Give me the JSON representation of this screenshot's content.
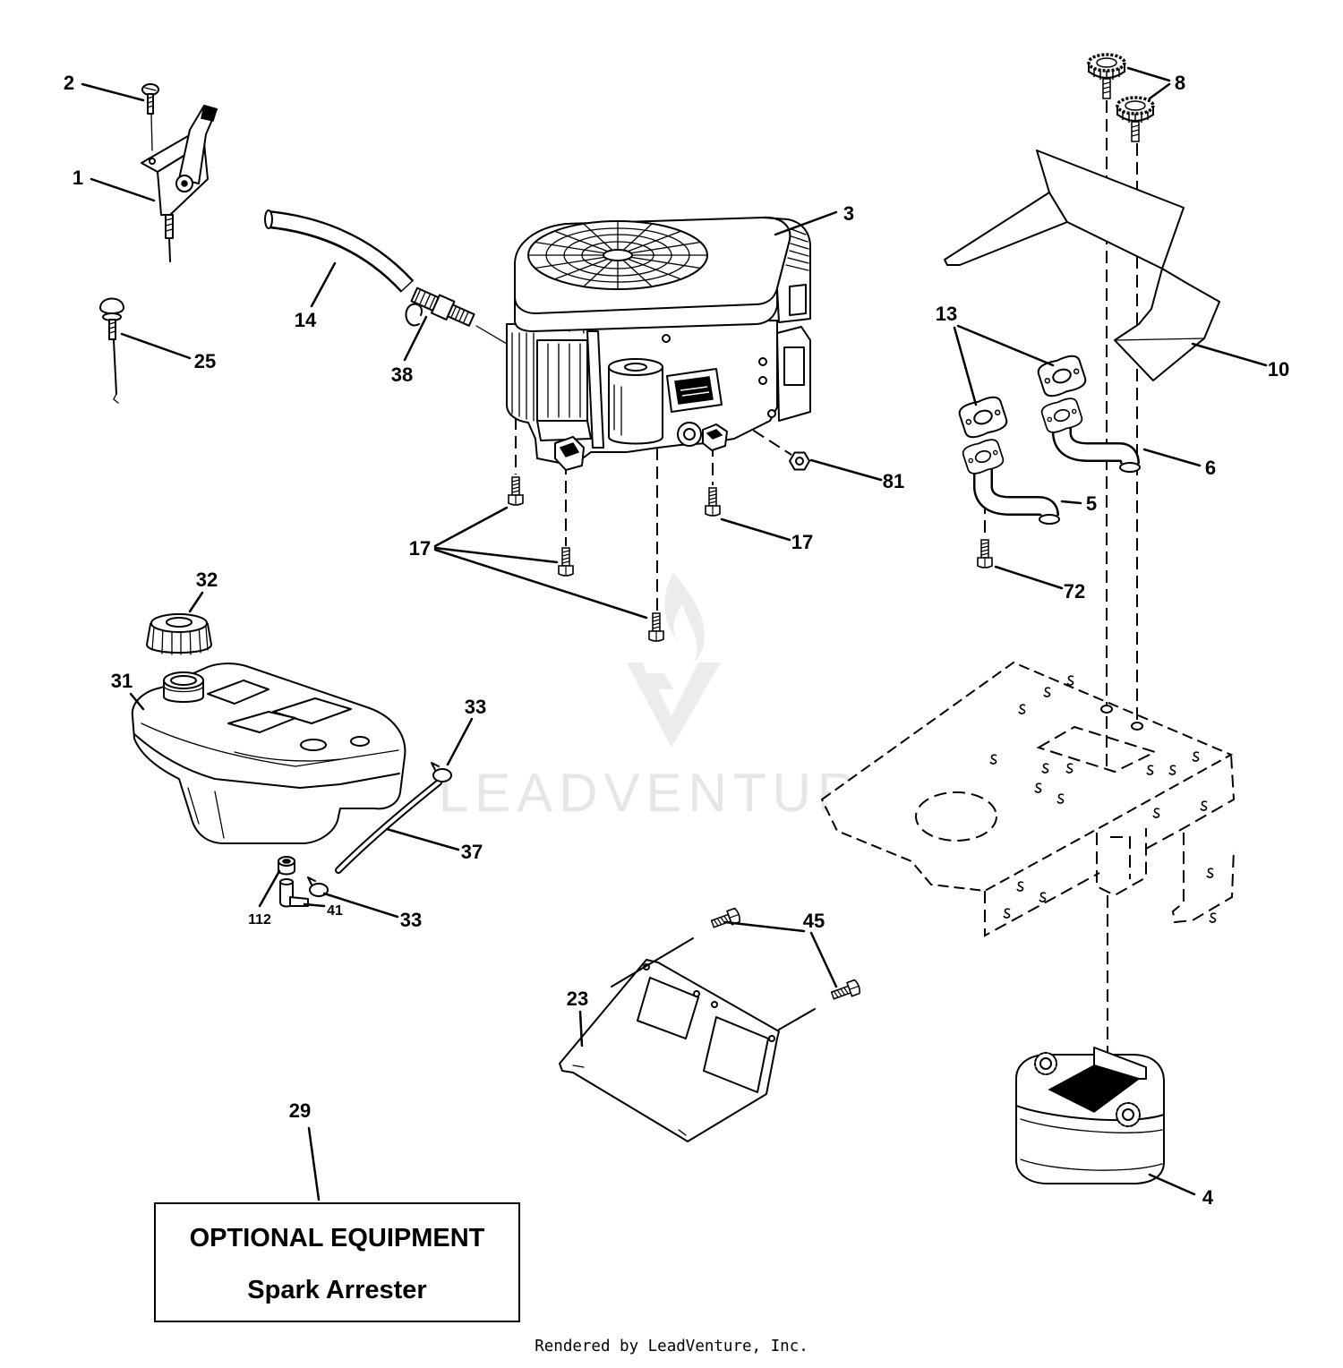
{
  "callouts": [
    "2",
    "1",
    "25",
    "14",
    "38",
    "3",
    "8",
    "13",
    "10",
    "6",
    "5",
    "81",
    "17",
    "17",
    "72",
    "32",
    "31",
    "33",
    "37",
    "33",
    "41",
    "112",
    "45",
    "23",
    "29",
    "4"
  ],
  "optional_equipment": {
    "heading": "OPTIONAL EQUIPMENT",
    "item": "Spark Arrester"
  },
  "footer": {
    "credit": "Rendered by LeadVenture, Inc."
  },
  "watermark": {
    "text": "LEADVENTURE"
  },
  "colors": {
    "ink": "#000000",
    "paper": "#ffffff",
    "watermark": "#e6e6e6"
  }
}
